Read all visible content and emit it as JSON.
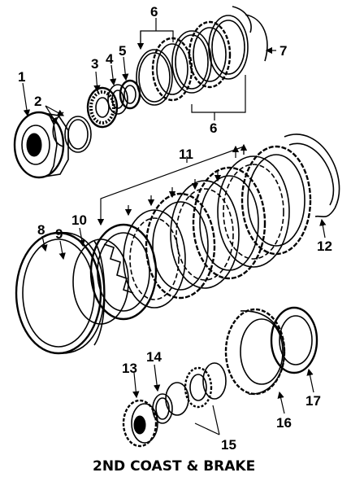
{
  "diagram": {
    "title": "2ND COAST & BRAKE",
    "callouts": [
      "1",
      "2",
      "3",
      "4",
      "5",
      "6",
      "7",
      "6",
      "8",
      "9",
      "10",
      "11",
      "12",
      "13",
      "14",
      "15",
      "16",
      "17"
    ]
  }
}
